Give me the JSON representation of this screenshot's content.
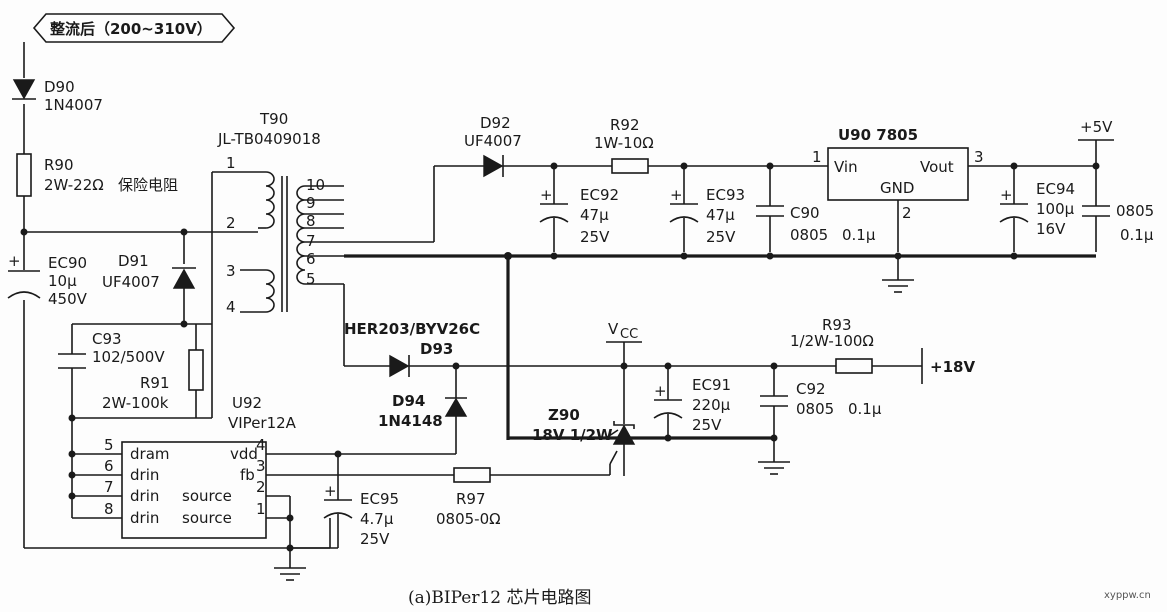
{
  "diagram": {
    "input_label": "整流后（200~310V）",
    "caption": "(a)BIPer12 芯片电路图",
    "watermark": "xyppw.cn",
    "components": {
      "d90": {
        "ref": "D90",
        "value": "1N4007"
      },
      "r90": {
        "ref": "R90",
        "value": "2W-22Ω",
        "note": "保险电阻"
      },
      "ec90": {
        "ref": "EC90",
        "cap": "10μ",
        "volt": "450V"
      },
      "d91": {
        "ref": "D91",
        "value": "UF4007"
      },
      "c93": {
        "ref": "C93",
        "value": "102/500V"
      },
      "r91": {
        "ref": "R91",
        "value": "2W-100k"
      },
      "t90": {
        "ref": "T90",
        "value": "JL-TB0409018",
        "pins": [
          "1",
          "2",
          "3",
          "4",
          "10",
          "9",
          "8",
          "7",
          "6",
          "5"
        ]
      },
      "d92": {
        "ref": "D92",
        "value": "UF4007"
      },
      "r92": {
        "ref": "R92",
        "value": "1W-10Ω"
      },
      "ec92": {
        "ref": "EC92",
        "cap": "47μ",
        "volt": "25V"
      },
      "ec93": {
        "ref": "EC93",
        "cap": "47μ",
        "volt": "25V"
      },
      "c90": {
        "ref": "C90",
        "pkg": "0805",
        "cap": "0.1μ"
      },
      "u90": {
        "ref": "U90 7805",
        "vin": "Vin",
        "vout": "Vout",
        "gnd": "GND",
        "pin1": "1",
        "pin2": "2",
        "pin3": "3"
      },
      "ec94": {
        "ref": "EC94",
        "cap": "100μ",
        "volt": "16V"
      },
      "c_out": {
        "pkg": "0805",
        "cap": "0.1μ"
      },
      "plus5v": "+5V",
      "d93": {
        "ref": "D93",
        "value": "HER203/BYV26C"
      },
      "vcc": {
        "main": "V",
        "sub": "CC"
      },
      "r93": {
        "ref": "R93",
        "value": "1/2W-100Ω"
      },
      "plus18v": "+18V",
      "d94": {
        "ref": "D94",
        "value": "1N4148"
      },
      "ec91": {
        "ref": "EC91",
        "cap": "220μ",
        "volt": "25V"
      },
      "c92": {
        "ref": "C92",
        "pkg": "0805",
        "cap": "0.1μ"
      },
      "z90": {
        "ref": "Z90",
        "value": "18V 1/2W"
      },
      "u92": {
        "ref": "U92",
        "value": "VIPer12A",
        "left_pins": [
          "5",
          "6",
          "7",
          "8"
        ],
        "left_names": [
          "dram",
          "drin",
          "drin",
          "drin"
        ],
        "right_pins": [
          "4",
          "3",
          "2",
          "1"
        ],
        "right_names": [
          "vdd",
          "fb",
          "source",
          "source"
        ]
      },
      "r97": {
        "ref": "R97",
        "value": "0805-0Ω"
      },
      "ec95": {
        "ref": "EC95",
        "cap": "4.7μ",
        "volt": "25V"
      }
    }
  }
}
